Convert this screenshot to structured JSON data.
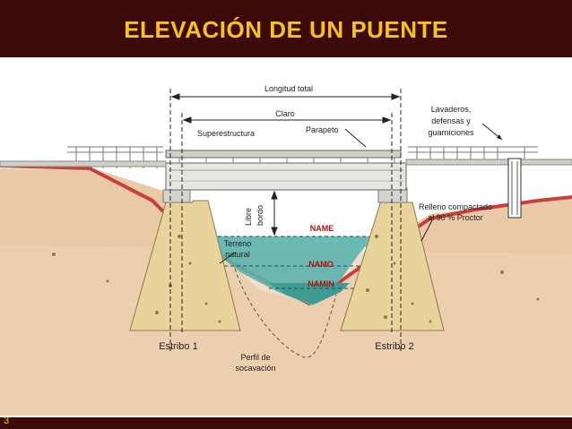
{
  "slide": {
    "title": "ELEVACIÓN DE UN PUENTE",
    "page_number": "3"
  },
  "labels": {
    "longitud_total": "Longitud total",
    "claro": "Claro",
    "superestructura": "Superestructura",
    "parapeto": "Parapeto",
    "lavaderos": [
      "Lavaderos,",
      "defensas  y",
      "guarniciones"
    ],
    "libre_bordo": [
      "Libre",
      "bordo"
    ],
    "relleno": [
      "Relleno compactado",
      "al 90 % Proctor"
    ],
    "name": "NAME",
    "namo": "NAMO",
    "namin": "NAMIN",
    "terreno": [
      "Terreno",
      "natural"
    ],
    "estribo1": "Estribo 1",
    "estribo2": "Estribo  2",
    "perfil": [
      "Perfil de",
      "socavación"
    ]
  },
  "colors": {
    "header_bg": "#3c0b08",
    "title": "#f6c21e",
    "water": "#5cb3ad",
    "soil": "#eac9a6",
    "soil_line": "#c8403c",
    "abutment": "#e8d49a",
    "deck": "#e6e6e0"
  }
}
